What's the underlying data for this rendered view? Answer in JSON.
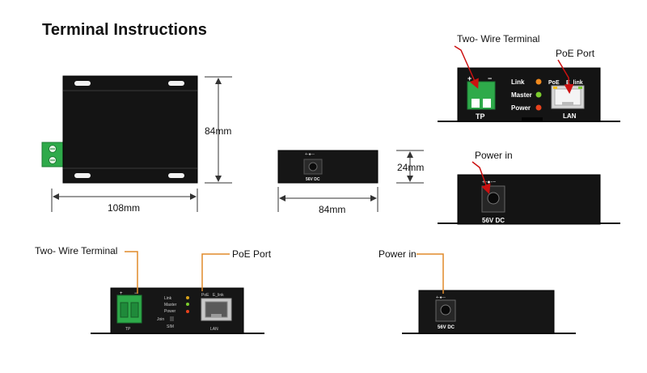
{
  "page": {
    "title": "Terminal Instructions"
  },
  "dimensions": {
    "top_height": "84mm",
    "top_width": "108mm",
    "side_height": "24mm",
    "side_width": "84mm"
  },
  "callouts": {
    "two_wire_terminal": "Two- Wire Terminal",
    "poe_port": "PoE Port",
    "power_in": "Power in"
  },
  "device_labels": {
    "tp": "TP",
    "lan": "LAN",
    "dc": "56V  DC",
    "dc_small": "56V DC",
    "plus": "+",
    "minus": "−",
    "link": "Link",
    "master": "Master",
    "power": "Power",
    "poe": "PoE",
    "e_link": "E_link",
    "join": "Join",
    "sim": "SIM",
    "dc_symbol": "+-●-−"
  },
  "colors": {
    "led_link": "#f08a1e",
    "led_master": "#7ccc2e",
    "led_power": "#e8421d",
    "terminal_green": "#2eaa4a",
    "callout_line": "#e08a2a",
    "arrow_red": "#cc1111"
  }
}
